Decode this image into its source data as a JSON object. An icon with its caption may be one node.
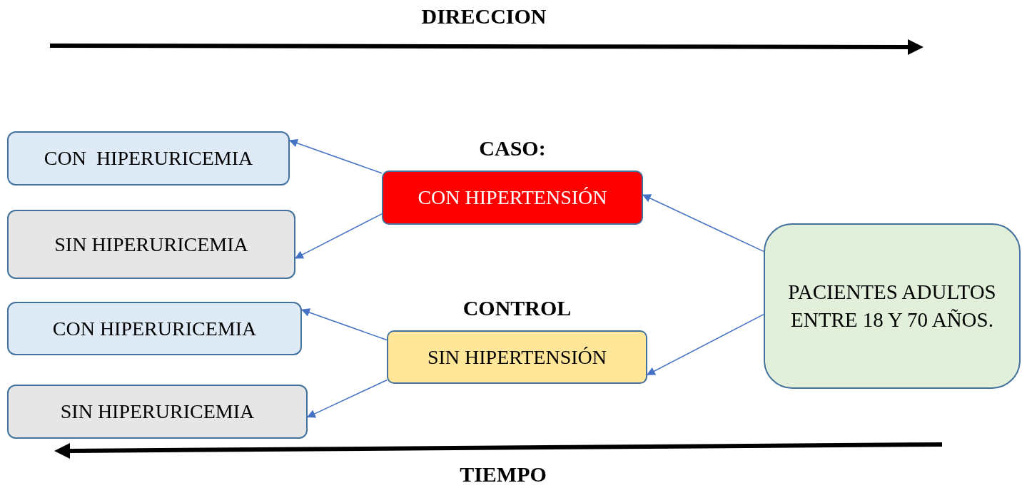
{
  "diagram": {
    "nodes": [
      {
        "text": [
          "CON  HIPERURICEMIA"
        ]
      },
      {
        "text": [
          "SIN HIPERURICEMIA"
        ]
      },
      {
        "text": [
          "CON HIPERURICEMIA"
        ]
      },
      {
        "text": [
          "SIN HIPERURICEMIA"
        ]
      },
      {
        "text": [
          "CASO:",
          "CON HIPERTENSIÓN"
        ]
      },
      {
        "text": [
          "CONTROL",
          "SIN HIPERTENSIÓN"
        ]
      },
      {
        "text": [
          "PACIENTES ADULTOS ENTRE 18 Y 70 AÑOS."
        ]
      }
    ],
    "edges": [
      {
        "from": 6,
        "to": 4,
        "arrow": "to"
      },
      {
        "from": 6,
        "to": 5,
        "arrow": "to"
      },
      {
        "from": 4,
        "to": 0,
        "arrow": "to"
      },
      {
        "from": 4,
        "to": 1,
        "arrow": "to"
      },
      {
        "from": 5,
        "to": 2,
        "arrow": "to"
      },
      {
        "from": 5,
        "to": 3,
        "arrow": "to"
      }
    ],
    "labels": [
      "DIRECCION",
      "TIEMPO"
    ]
  }
}
